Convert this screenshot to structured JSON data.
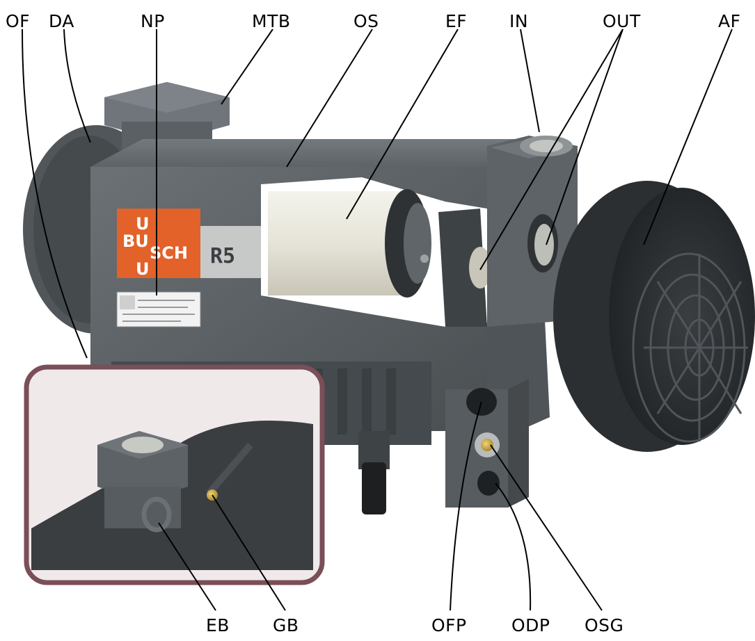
{
  "labels_top": [
    "OF",
    "DA",
    "NP",
    "MTB",
    "OS",
    "EF",
    "IN",
    "OUT",
    "AF"
  ],
  "labels_bottom": [
    "EB",
    "GB",
    "OFP",
    "ODP",
    "OSG"
  ],
  "brand": {
    "lines": [
      "U",
      "BU",
      "SCH",
      "U"
    ]
  },
  "model": "R5",
  "colors": {
    "body": "#5c6266",
    "body_dark": "#3e4447",
    "brand_orange": "#e2622a",
    "filter": "#e8e6da",
    "fan": "#2a2d2f",
    "inset_border": "#7a4f57"
  }
}
